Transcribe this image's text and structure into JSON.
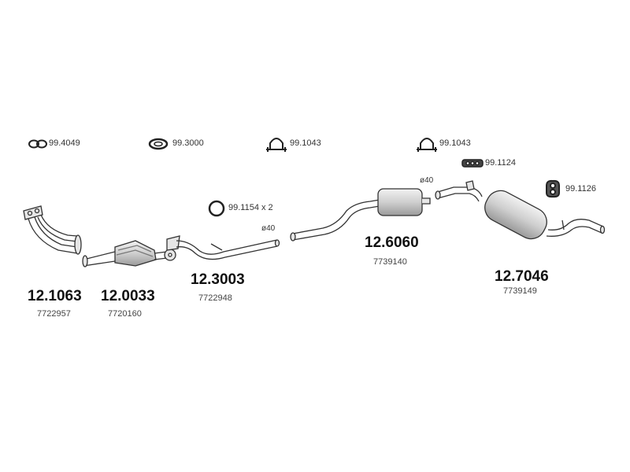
{
  "accessories": [
    {
      "code": "99.4049",
      "icon": "double-ring-clamp-icon"
    },
    {
      "code": "99.3000",
      "icon": "gasket-ring-icon"
    },
    {
      "code": "99.1043",
      "icon": "u-bolt-clamp-icon"
    },
    {
      "code": "99.1043",
      "icon": "u-bolt-clamp-icon"
    },
    {
      "code": "99.1124",
      "icon": "rubber-bracket-icon"
    },
    {
      "code": "99.1126",
      "icon": "rubber-hanger-icon"
    },
    {
      "code": "99.1154 x 2",
      "icon": "o-ring-icon"
    }
  ],
  "parts": [
    {
      "part_number": "12.1063",
      "oe_number": "7722957",
      "name": "front-downpipe"
    },
    {
      "part_number": "12.0033",
      "oe_number": "7720160",
      "name": "catalytic-converter"
    },
    {
      "part_number": "12.3003",
      "oe_number": "7722948",
      "name": "intermediate-pipe"
    },
    {
      "part_number": "12.6060",
      "oe_number": "7739140",
      "name": "middle-silencer"
    },
    {
      "part_number": "12.7046",
      "oe_number": "7739149",
      "name": "rear-silencer"
    }
  ],
  "diameters": [
    "ø40",
    "ø40"
  ],
  "colors": {
    "line": "#333333",
    "fill": "#e6e6e6",
    "text": "#111111"
  }
}
